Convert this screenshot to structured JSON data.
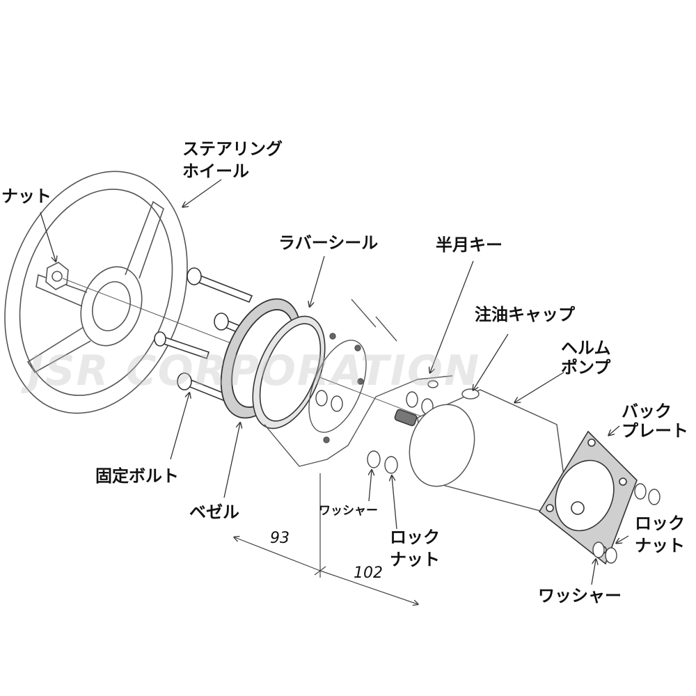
{
  "labels": {
    "steering_wheel_line1": "ステアリング",
    "steering_wheel_line2": "ホイール",
    "nut": "ナット",
    "rubber_seal": "ラバーシール",
    "half_moon_key": "半月キー",
    "oil_cap": "注油キャップ",
    "helm_pump_line1": "ヘルム",
    "helm_pump_line2": "ポンプ",
    "back_plate_line1": "バック",
    "back_plate_line2": "プレート",
    "fixing_bolt": "固定ボルト",
    "bezel": "ベゼル",
    "washer_center": "ワッシャー",
    "lock_nut_center_line1": "ロック",
    "lock_nut_center_line2": "ナット",
    "lock_nut_right_line1": "ロック",
    "lock_nut_right_line2": "ナット",
    "washer_right": "ワッシャー"
  },
  "dimensions": {
    "dim_a": "93",
    "dim_b": "102"
  },
  "watermark": "JSR CORPORATION",
  "colors": {
    "line": "#333333",
    "fill": "#ffffff",
    "gray_fill": "#c8c8c8",
    "plate": "#d0d0d0"
  }
}
